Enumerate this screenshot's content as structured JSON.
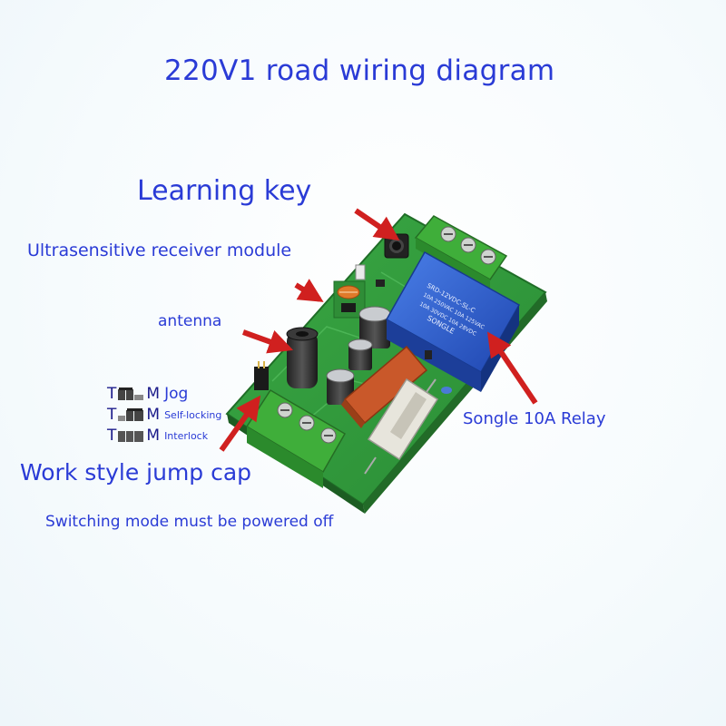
{
  "title": "220V1 road wiring diagram",
  "labels": {
    "learning_key": "Learning key",
    "receiver_module": "Ultrasensitive receiver module",
    "antenna": "antenna",
    "relay": "Songle 10A Relay",
    "jump_cap": "Work style jump cap",
    "power_note": "Switching mode must be powered off"
  },
  "modes": [
    {
      "prefix": "T",
      "suffix": "M",
      "name": "Jog"
    },
    {
      "prefix": "T",
      "suffix": "M",
      "name": "Self-locking"
    },
    {
      "prefix": "T",
      "suffix": "M",
      "name": "Interlock"
    }
  ],
  "relay_text": {
    "brand": "SONGLE",
    "model": "SRD-12VDC-SL-C",
    "rating1": "10A 250VAC 10A 125VAC",
    "rating2": "10A 30VDC 10A 28VDC"
  },
  "colors": {
    "label": "#2a3bd6",
    "arrow": "#d0201f",
    "pcb": "#2f9a3a",
    "terminal": "#3fae3a",
    "relay": "#2c5bd0"
  }
}
